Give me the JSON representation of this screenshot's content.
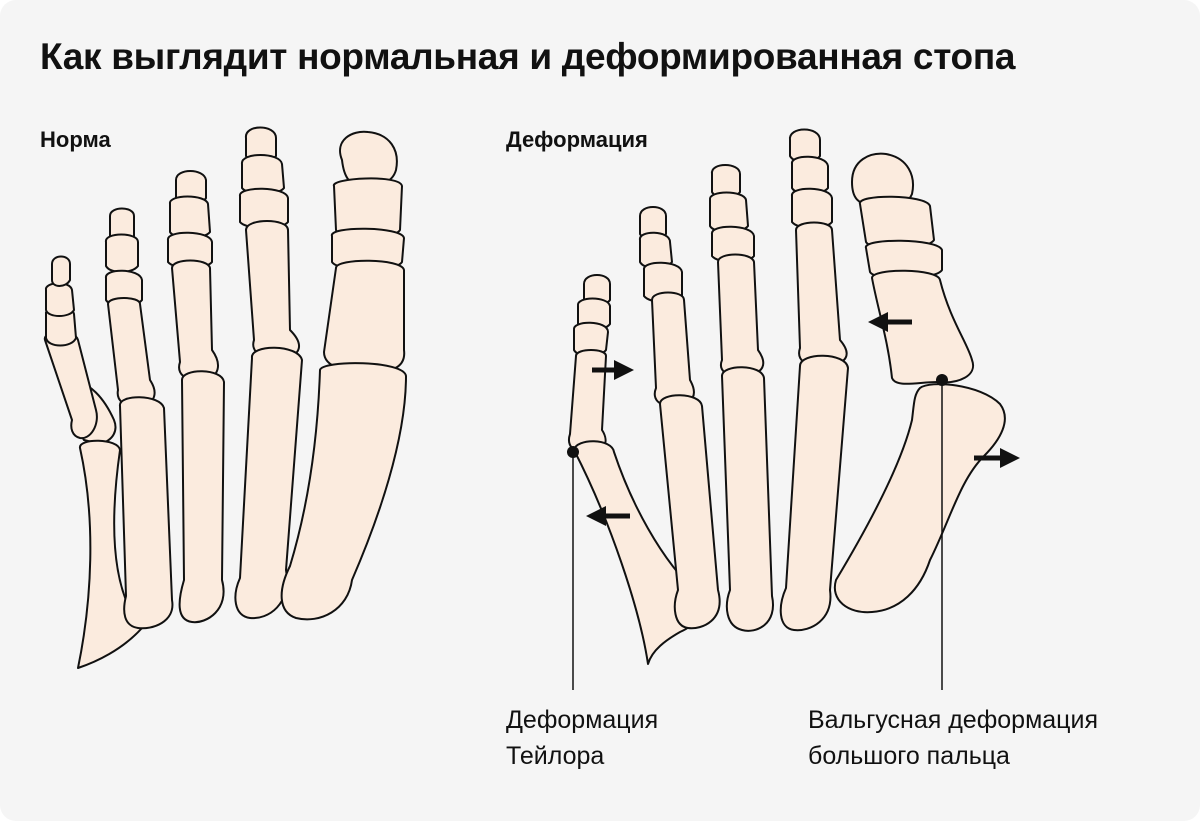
{
  "title": "Как выглядит нормальная и деформированная стопа",
  "labels": {
    "normal": "Норма",
    "deformed": "Деформация"
  },
  "annotations": {
    "tailor_line1": "Деформация",
    "tailor_line2": "Тейлора",
    "hallux_line1": "Вальгусная деформация",
    "hallux_line2": "большого пальца"
  },
  "colors": {
    "bone_fill": "#fbebde",
    "outline": "#111111",
    "background": "#f5f5f5"
  }
}
